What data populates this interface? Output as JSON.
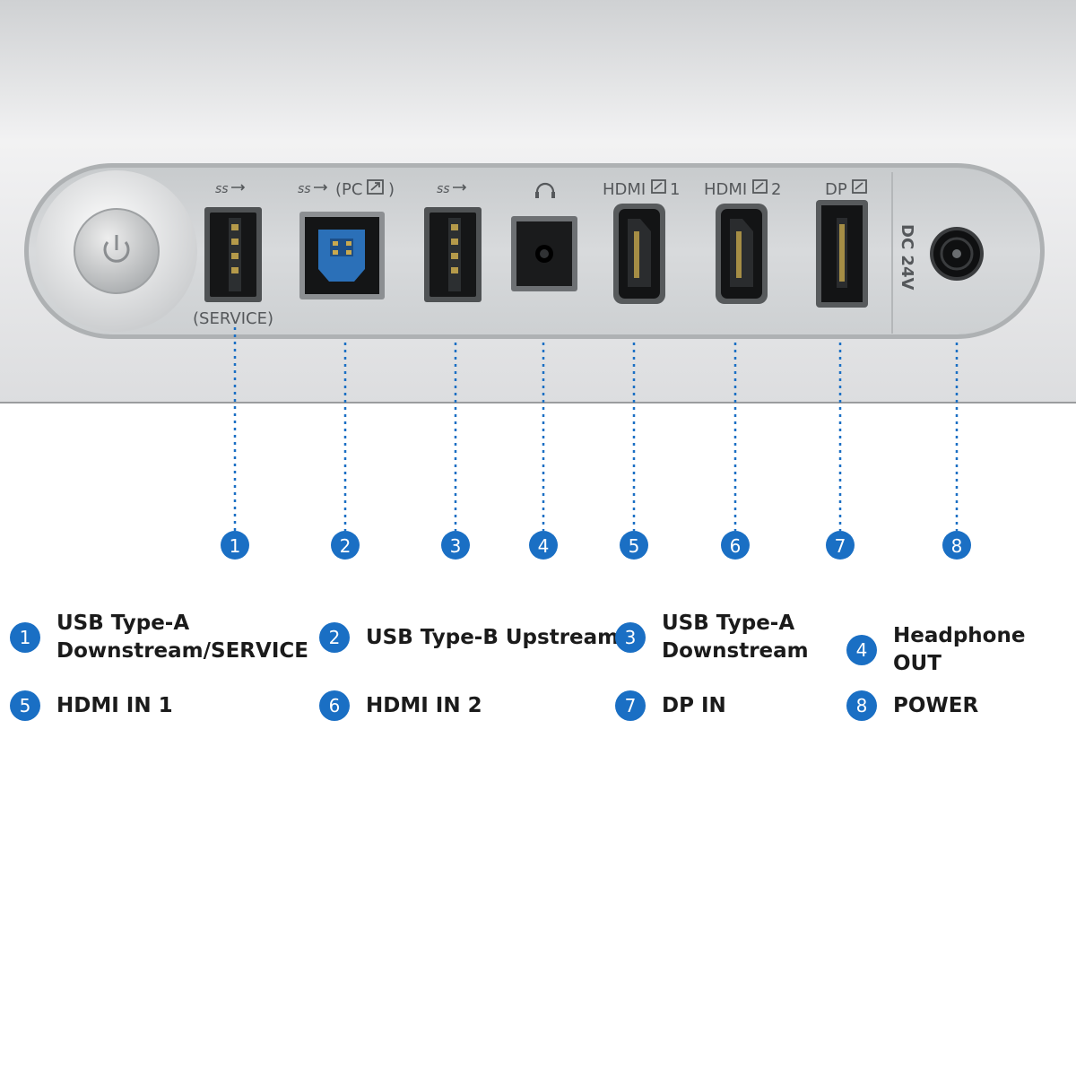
{
  "panel_labels": {
    "usb_service": "(SERVICE)",
    "usb_b_pc": "(PC",
    "hdmi1": "HDMI",
    "hdmi1_num": "1",
    "hdmi2": "HDMI",
    "hdmi2_num": "2",
    "dp": "DP",
    "dc": "DC 24V"
  },
  "callouts": [
    "1",
    "2",
    "3",
    "4",
    "5",
    "6",
    "7",
    "8"
  ],
  "legend": [
    {
      "num": "1",
      "text": "USB Type-A\nDownstream/SERVICE"
    },
    {
      "num": "2",
      "text": "USB Type-B Upstream"
    },
    {
      "num": "3",
      "text": "USB Type-A\nDownstream"
    },
    {
      "num": "4",
      "text": "Headphone OUT"
    },
    {
      "num": "5",
      "text": "HDMI IN 1"
    },
    {
      "num": "6",
      "text": "HDMI IN 2"
    },
    {
      "num": "7",
      "text": "DP IN"
    },
    {
      "num": "8",
      "text": "POWER"
    }
  ],
  "colors": {
    "accent": "#1a6fc4",
    "panel": "#d4d7d9",
    "text": "#1b1b1b"
  }
}
